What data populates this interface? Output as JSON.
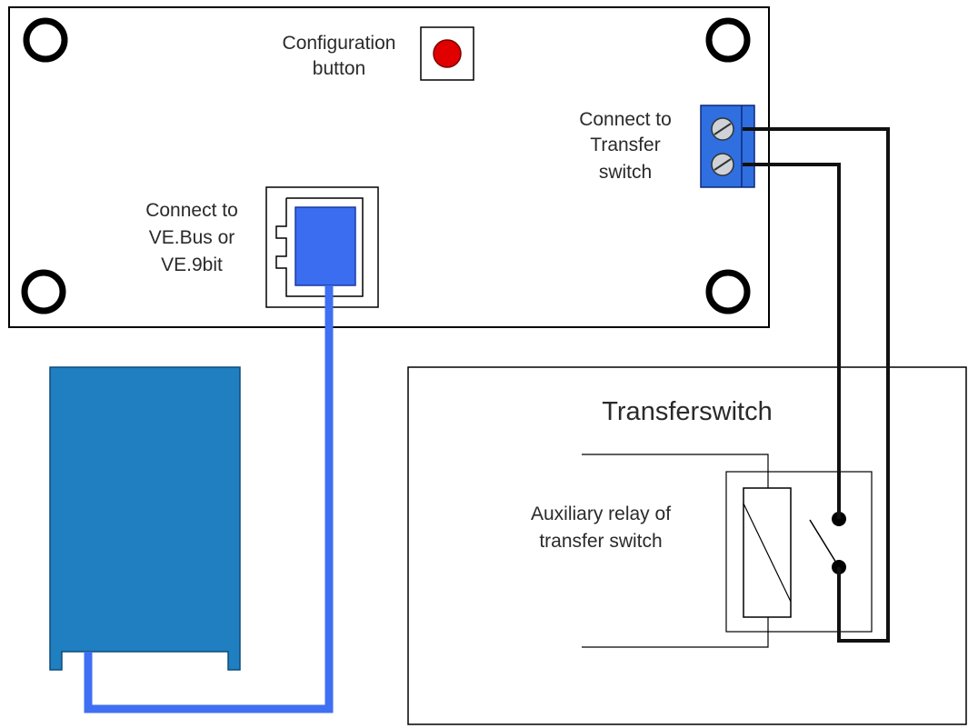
{
  "labels": {
    "config_line1": "Configuration",
    "config_line2": "button",
    "transfer_line1": "Connect to",
    "transfer_line2": "Transfer",
    "transfer_line3": "switch",
    "vebus_line1": "Connect to",
    "vebus_line2": "VE.Bus or",
    "vebus_line3": "VE.9bit",
    "switch_title": "Transferswitch",
    "relay_line1": "Auxiliary relay of",
    "relay_line2": "transfer switch"
  },
  "colors": {
    "board_stroke": "#000000",
    "config_button": "#e00000",
    "terminal_block": "#2f6fe0",
    "vebus_connector": "#3a6df0",
    "vebus_cable": "#3f6ff2",
    "device_body": "#1f7fc0",
    "wire": "#111111"
  }
}
